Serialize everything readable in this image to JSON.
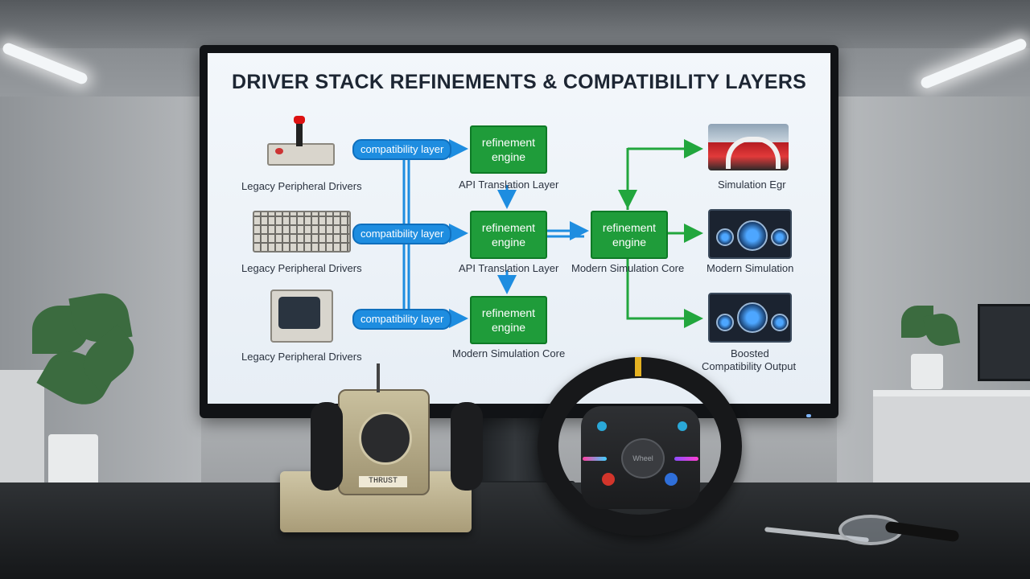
{
  "screen": {
    "title": "DRIVER STACK REFINEMENTS & COMPATIBILITY LAYERS",
    "compat_pills": [
      "compatibility layer",
      "compatibility layer",
      "compatibility layer"
    ],
    "left_labels": [
      "Legacy Peripheral Drivers",
      "Legacy Peripheral Drivers",
      "Legacy Peripheral Drivers"
    ],
    "refine_boxes": [
      "refinement engine",
      "refinement engine",
      "refinement engine",
      "refinement engine"
    ],
    "mid_labels": [
      "API Translation Layer",
      "API Translation Layer",
      "Modern Simulation Core",
      "Modern Simulation Core"
    ],
    "right_labels": [
      "Simulation Egr",
      "Modern Simulation",
      "Boosted",
      "Compatibility Output"
    ]
  },
  "hardware": {
    "yoke_label": "THRUST",
    "wheel_center": "Wheel"
  },
  "colors": {
    "pill_blue": "#1e8de0",
    "box_green": "#1f9c3a",
    "arrow_blue": "#1e8de0",
    "arrow_green": "#22a63d"
  }
}
